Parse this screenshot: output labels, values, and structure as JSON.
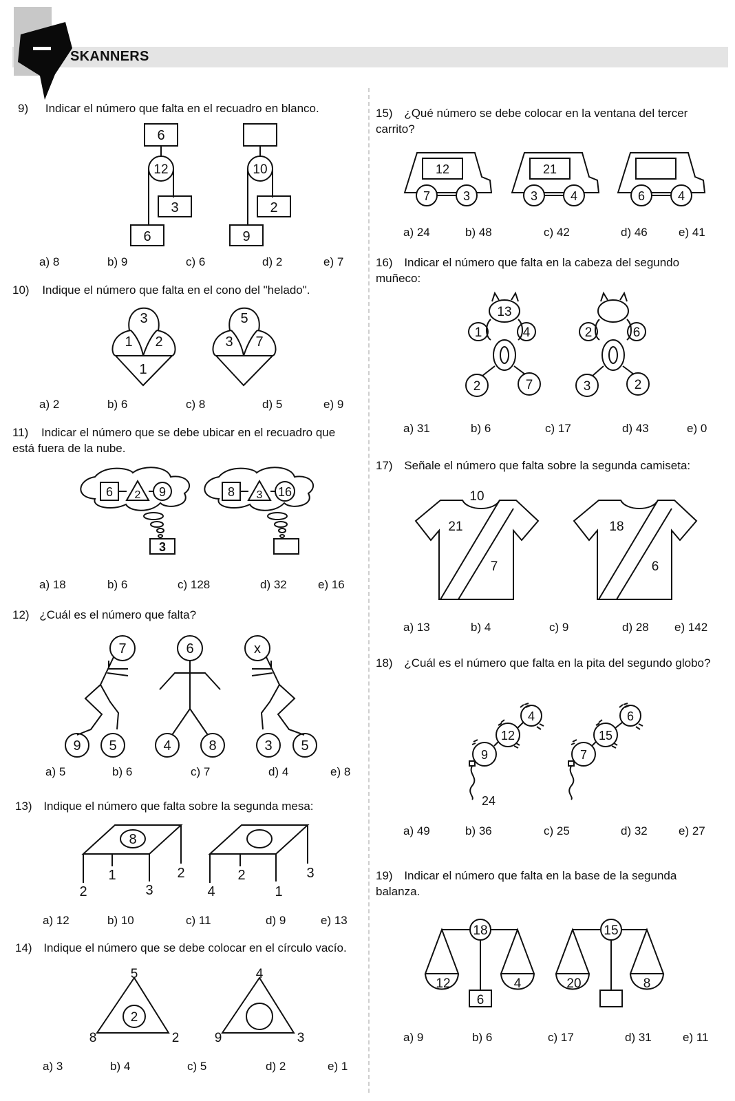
{
  "header": {
    "brand": "SKANNERS"
  },
  "q9": {
    "number": "9)",
    "text": "Indicar el número que falta en el recuadro en blanco.",
    "fig": {
      "a_top": "6",
      "a_circle": "12",
      "a_right": "3",
      "a_bottom": "6",
      "b_top": "",
      "b_circle": "10",
      "b_right": "2",
      "b_bottom": "9"
    },
    "options": [
      "a) 8",
      "b) 9",
      "c) 6",
      "d) 2",
      "e) 7"
    ]
  },
  "q10": {
    "number": "10)",
    "text": "Indique el número que falta en el cono del \"helado\".",
    "fig": {
      "a_top": "3",
      "a_left": "1",
      "a_right": "2",
      "a_cone": "1",
      "b_top": "5",
      "b_left": "3",
      "b_right": "7",
      "b_cone": ""
    },
    "options": [
      "a) 2",
      "b) 6",
      "c) 8",
      "d) 5",
      "e) 9"
    ]
  },
  "q11": {
    "number": "11)",
    "text": "Indicar el número que se debe ubicar en el recuadro que está fuera de la nube.",
    "fig": {
      "a_sq": "6",
      "a_tri": "2",
      "a_circ": "9",
      "a_out": "3",
      "b_sq": "8",
      "b_tri": "3",
      "b_circ": "16",
      "b_out": ""
    },
    "options": [
      "a) 18",
      "b) 6",
      "c) 128",
      "d) 32",
      "e) 16"
    ]
  },
  "q12": {
    "number": "12)",
    "text": "¿Cuál es el número que falta?",
    "fig": {
      "a_head": "7",
      "a_l": "9",
      "a_r": "5",
      "b_head": "6",
      "b_l": "4",
      "b_r": "8",
      "c_head": "x",
      "c_l": "3",
      "c_r": "5"
    },
    "options": [
      "a) 5",
      "b) 6",
      "c) 7",
      "d) 4",
      "e) 8"
    ]
  },
  "q13": {
    "number": "13)",
    "text": "Indique el número que falta sobre la segunda mesa:",
    "fig": {
      "a_top": "8",
      "a_l1": "2",
      "a_l2": "1",
      "a_l3": "3",
      "a_l4": "2",
      "b_top": "",
      "b_l1": "4",
      "b_l2": "2",
      "b_l3": "1",
      "b_l4": "3"
    },
    "options": [
      "a) 12",
      "b) 10",
      "c) 11",
      "d) 9",
      "e) 13"
    ]
  },
  "q14": {
    "number": "14)",
    "text": "Indique el número que se debe colocar en el círculo vacío.",
    "fig": {
      "a_top": "5",
      "a_left": "8",
      "a_right": "2",
      "a_center": "2",
      "b_top": "4",
      "b_left": "9",
      "b_right": "3",
      "b_center": ""
    },
    "options": [
      "a) 3",
      "b) 4",
      "c) 5",
      "d) 2",
      "e) 1"
    ]
  },
  "q15": {
    "number": "15)",
    "text": "¿Qué número se debe colocar en la ventana del tercer carrito?",
    "fig": {
      "c1_win": "12",
      "c1_w1": "7",
      "c1_w2": "3",
      "c2_win": "21",
      "c2_w1": "3",
      "c2_w2": "4",
      "c3_win": "",
      "c3_w1": "6",
      "c3_w2": "4"
    },
    "options": [
      "a) 24",
      "b) 48",
      "c) 42",
      "d) 46",
      "e) 41"
    ]
  },
  "q16": {
    "number": "16)",
    "text": "Indicar el número que falta en la cabeza del segundo muñeco:",
    "fig": {
      "a_head": "13",
      "a_hl": "1",
      "a_hr": "4",
      "a_fl": "2",
      "a_fr": "7",
      "b_head": "",
      "b_hl": "2",
      "b_hr": "6",
      "b_fl": "3",
      "b_fr": "2"
    },
    "options": [
      "a) 31",
      "b) 6",
      "c) 17",
      "d) 43",
      "e) 0"
    ]
  },
  "q17": {
    "number": "17)",
    "text": "Señale el número que falta sobre la segunda camiseta:",
    "fig": {
      "a_neck": "10",
      "a_left": "21",
      "a_right": "7",
      "b_neck": "",
      "b_left": "18",
      "b_right": "6"
    },
    "options": [
      "a) 13",
      "b) 4",
      "c) 9",
      "d) 28",
      "e) 142"
    ]
  },
  "q18": {
    "number": "18)",
    "text": "¿Cuál es el número que falta en la pita del segundo globo?",
    "fig": {
      "a1": "4",
      "a2": "12",
      "a3": "9",
      "a_string": "24",
      "b1": "6",
      "b2": "15",
      "b3": "7",
      "b_string": ""
    },
    "options": [
      "a) 49",
      "b) 36",
      "c) 25",
      "d) 32",
      "e) 27"
    ]
  },
  "q19": {
    "number": "19)",
    "text": "Indicar el número que falta en la base de la segunda balanza.",
    "fig": {
      "a_top": "18",
      "a_left": "12",
      "a_right": "4",
      "a_base": "6",
      "b_top": "15",
      "b_left": "20",
      "b_right": "8",
      "b_base": ""
    },
    "options": [
      "a) 9",
      "b) 6",
      "c) 17",
      "d) 31",
      "e) 11"
    ]
  }
}
